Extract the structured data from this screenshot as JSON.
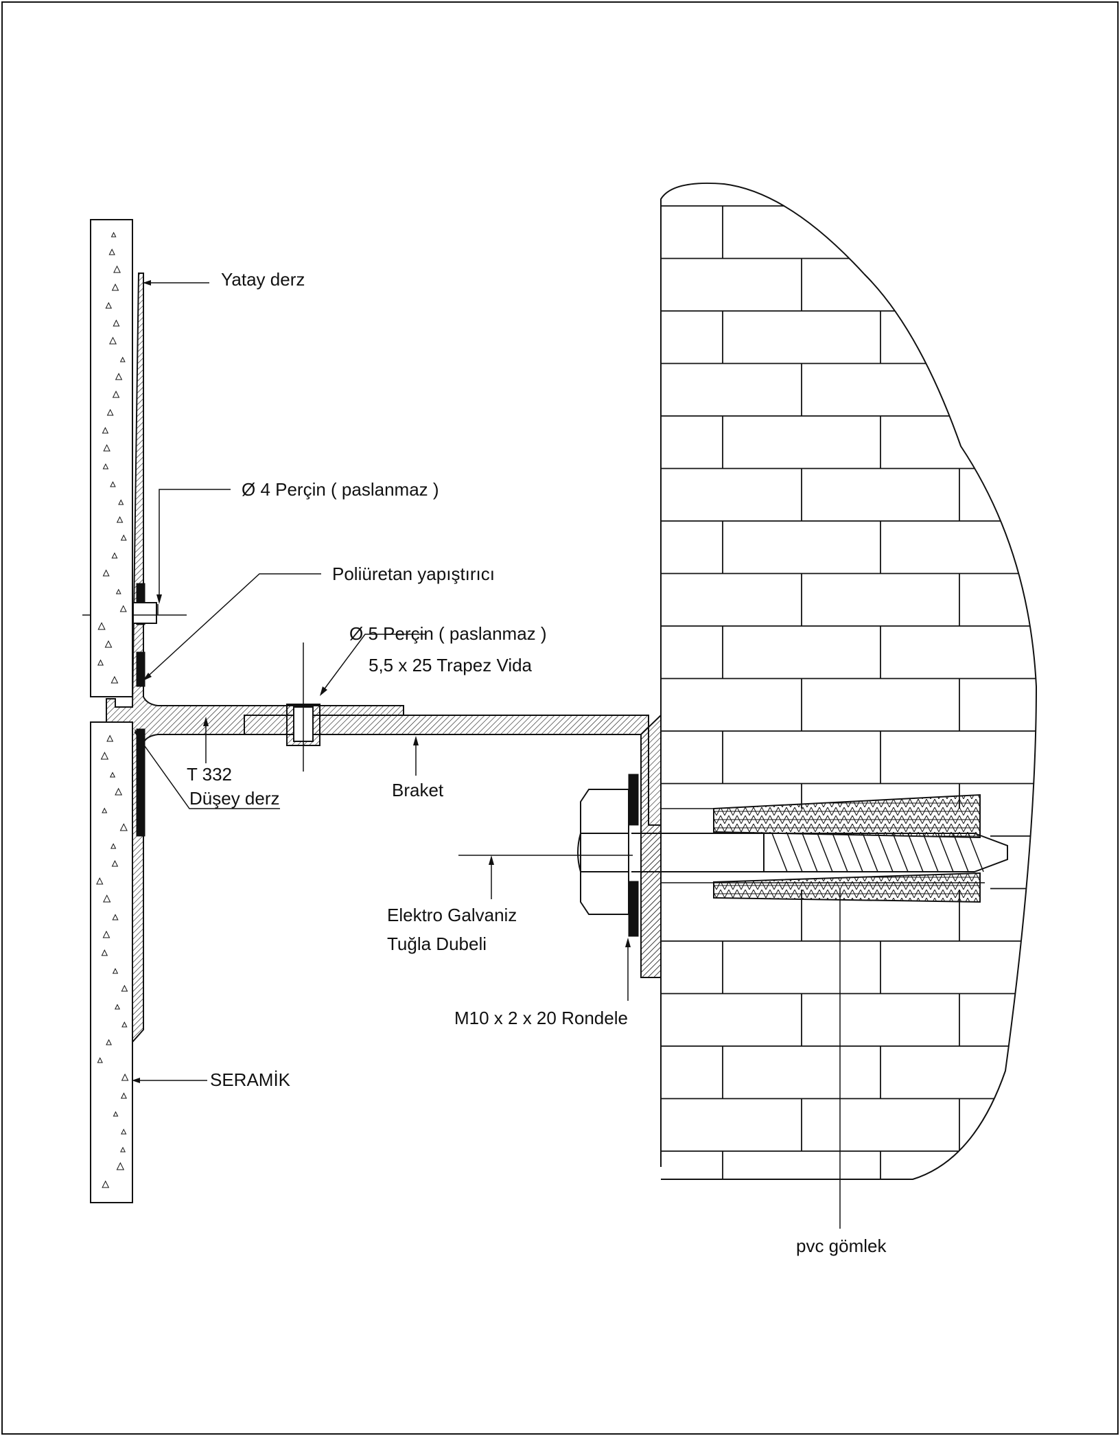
{
  "labels": {
    "yatay_derz": "Yatay derz",
    "percin4": "Ø 4 Perçin ( paslanmaz )",
    "poliuretan": "Poliüretan yapıştırıcı",
    "percin5": "Ø 5 Perçin ( paslanmaz )",
    "trapez_vida": "5,5 x 25 Trapez Vida",
    "t332": "T 332",
    "dusey_derz": "Düşey derz",
    "braket": "Braket",
    "elektro_galvaniz": "Elektro Galvaniz",
    "tugla_dubeli": "Tuğla Dubeli",
    "rondele": "M10 x 2 x 20  Rondele",
    "seramik": "SERAMİK",
    "pvc_gomlek": "pvc gömlek"
  },
  "colors": {
    "line": "#111111",
    "background": "#ffffff"
  }
}
